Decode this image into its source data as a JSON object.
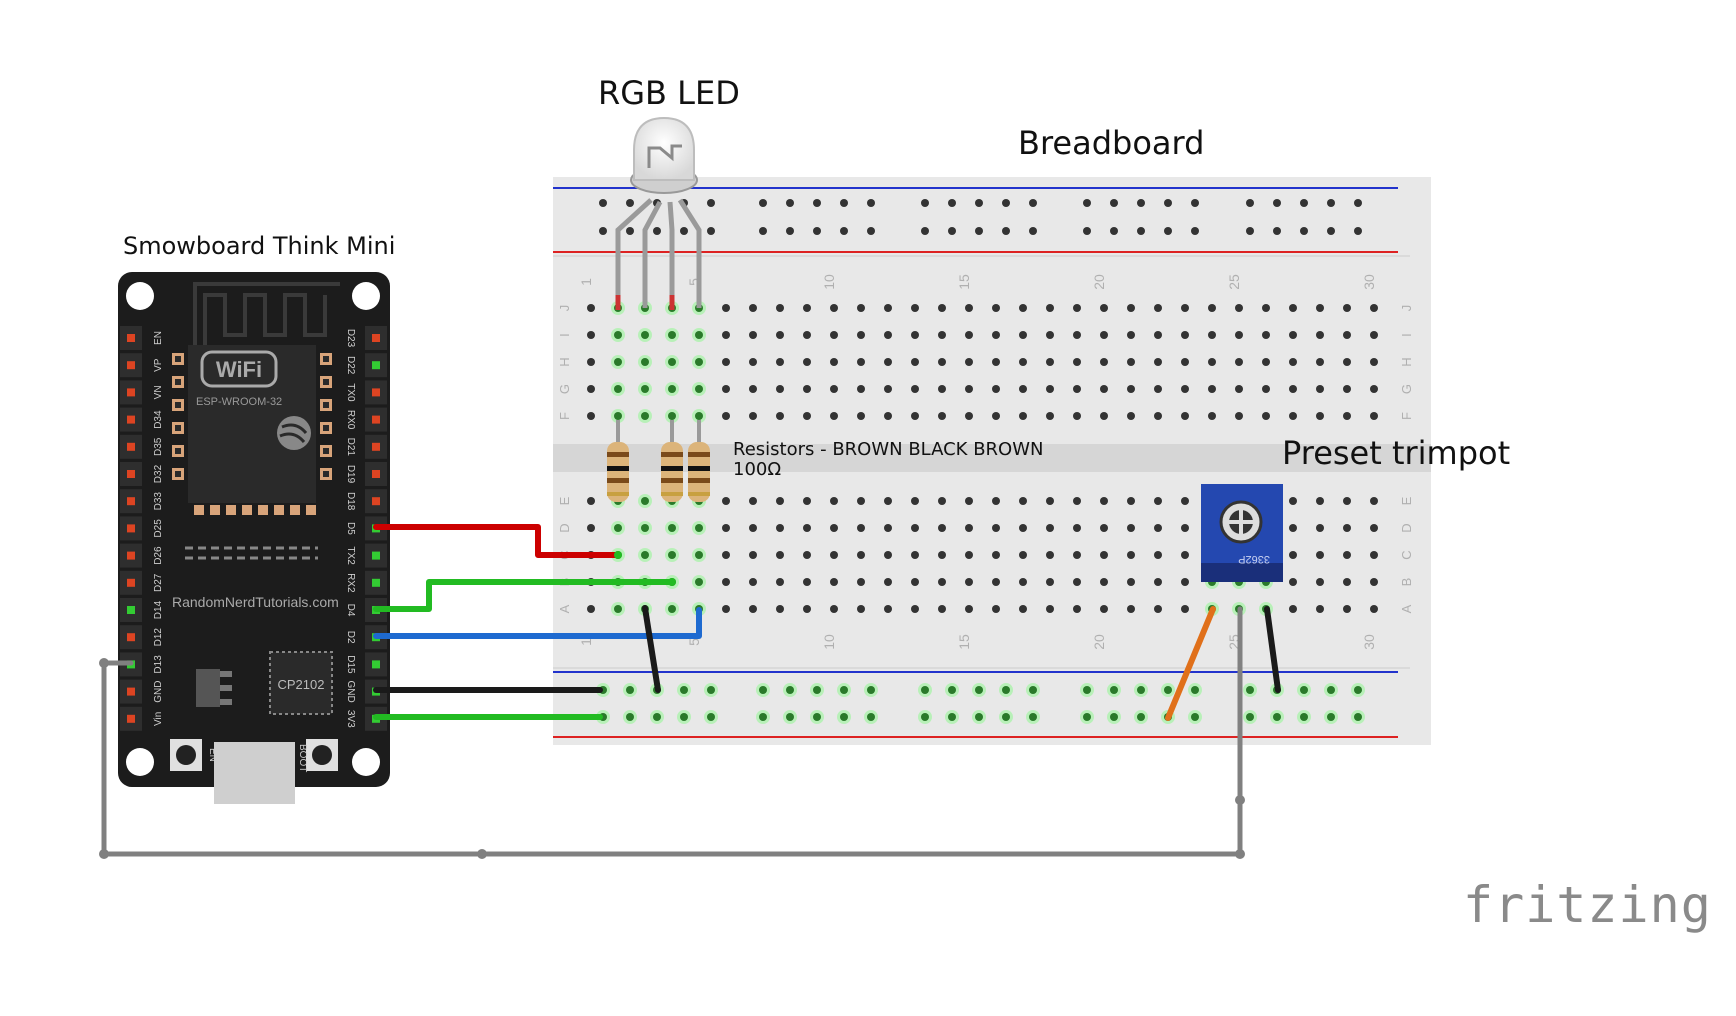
{
  "labels": {
    "board": "Smowboard Think Mini",
    "led": "RGB LED",
    "breadboard": "Breadboard",
    "resistors_line1": "Resistors - BROWN BLACK BROWN",
    "resistors_line2": "100Ω",
    "trimpot": "Preset trimpot",
    "brand": "fritzing"
  },
  "board": {
    "module_badge": "WiFi",
    "module_name": "ESP-WROOM-32",
    "website": "RandomNerdTutorials.com",
    "usb_chip": "CP2102",
    "button_left": "EN",
    "button_right": "BOOT",
    "left_pins": [
      "EN",
      "VP",
      "VN",
      "D34",
      "D35",
      "D32",
      "D33",
      "D25",
      "D26",
      "D27",
      "D14",
      "D12",
      "D13",
      "GND",
      "Vin"
    ],
    "right_pins": [
      "D23",
      "D22",
      "TX0",
      "RX0",
      "D21",
      "D19",
      "D18",
      "D5",
      "TX2",
      "RX2",
      "D4",
      "D2",
      "D15",
      "GND",
      "3V3"
    ]
  },
  "breadboard": {
    "row_labels_top": [
      "J",
      "I",
      "H",
      "G",
      "F"
    ],
    "row_labels_bottom": [
      "E",
      "D",
      "C",
      "B",
      "A"
    ],
    "column_numbers": [
      "1",
      "5",
      "10",
      "15",
      "20",
      "25",
      "30"
    ]
  },
  "trimpot": {
    "marking": "3362P"
  },
  "wire_colors": {
    "red": "#cc0000",
    "green": "#22bb22",
    "blue": "#1e6ad0",
    "black": "#1a1a1a",
    "orange": "#e0701a",
    "gray": "#808080"
  }
}
